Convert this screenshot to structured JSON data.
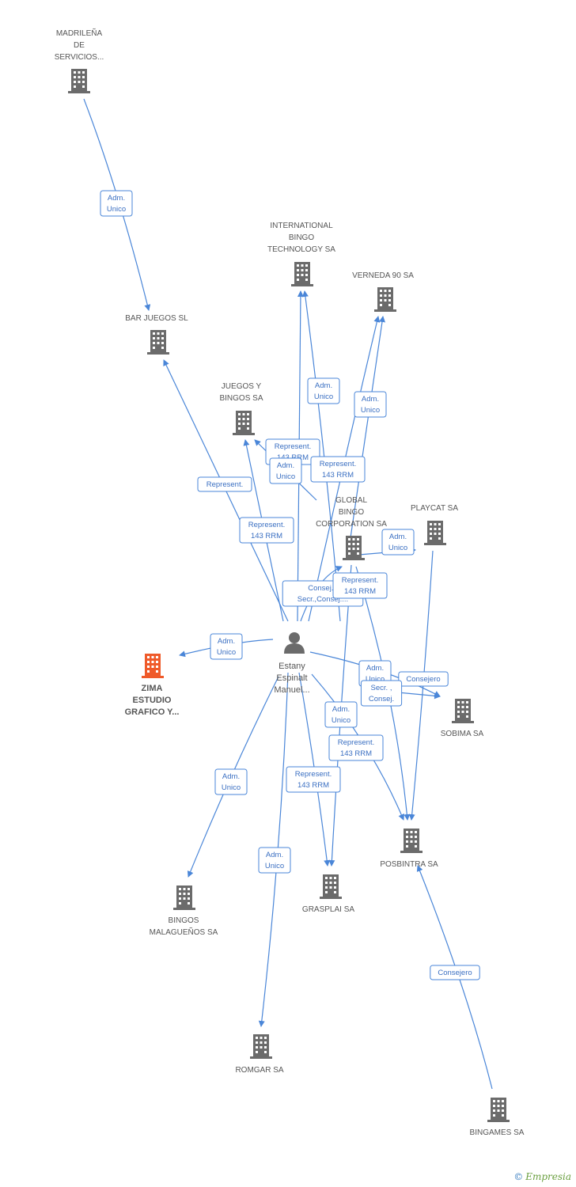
{
  "nodes": [
    {
      "id": "madrilena",
      "label": [
        "MADRILEÑA",
        "DE",
        "SERVICIOS..."
      ],
      "highlight": false
    },
    {
      "id": "bar_juegos",
      "label": [
        "BAR JUEGOS SL"
      ],
      "highlight": false
    },
    {
      "id": "intl_bingo",
      "label": [
        "INTERNATIONAL",
        "BINGO",
        "TECHNOLOGY SA"
      ],
      "highlight": false
    },
    {
      "id": "verneda",
      "label": [
        "VERNEDA 90 SA"
      ],
      "highlight": false
    },
    {
      "id": "juegos_bingos",
      "label": [
        "JUEGOS Y",
        "BINGOS SA"
      ],
      "highlight": false
    },
    {
      "id": "global_bingo",
      "label": [
        "GLOBAL",
        "BINGO",
        "CORPORATION SA"
      ],
      "highlight": false
    },
    {
      "id": "playcat",
      "label": [
        "PLAYCAT SA"
      ],
      "highlight": false
    },
    {
      "id": "zima",
      "label": [
        "ZIMA",
        "ESTUDIO",
        "GRAFICO Y..."
      ],
      "highlight": true
    },
    {
      "id": "sobima",
      "label": [
        "SOBIMA SA"
      ],
      "highlight": false
    },
    {
      "id": "posbintra",
      "label": [
        "POSBINTRA SA"
      ],
      "highlight": false
    },
    {
      "id": "bingos_malaguenos",
      "label": [
        "BINGOS",
        "MALAGUEÑOS SA"
      ],
      "highlight": false
    },
    {
      "id": "grasplai",
      "label": [
        "GRASPLAI SA"
      ],
      "highlight": false
    },
    {
      "id": "romgar",
      "label": [
        "ROMGAR SA"
      ],
      "highlight": false
    },
    {
      "id": "bingames",
      "label": [
        "BINGAMES SA"
      ],
      "highlight": false
    }
  ],
  "person": {
    "id": "estany",
    "label": [
      "Estany",
      "Espinalt",
      "Manuel..."
    ]
  },
  "edges": [
    {
      "from": "madrilena",
      "to": "bar_juegos",
      "label": [
        "Adm.",
        "Unico"
      ]
    },
    {
      "from": "estany",
      "to": "bar_juegos",
      "label": [
        "Represent."
      ]
    },
    {
      "from": "estany",
      "to": "intl_bingo",
      "label": [
        "Adm.",
        "Unico"
      ]
    },
    {
      "from": "estany",
      "to": "intl_bingo",
      "label": [
        "Represent.",
        "143 RRM"
      ]
    },
    {
      "from": "estany",
      "to": "verneda",
      "label": [
        "Adm.",
        "Unico"
      ]
    },
    {
      "from": "estany",
      "to": "verneda",
      "label": [
        "Represent.",
        "143 RRM"
      ]
    },
    {
      "from": "estany",
      "to": "juegos_bingos",
      "label": [
        "Represent.",
        "143 RRM"
      ]
    },
    {
      "from": "estany",
      "to": "juegos_bingos",
      "label": [
        "Adm.",
        "Unico"
      ]
    },
    {
      "from": "estany",
      "to": "global_bingo",
      "label": [
        "Consej. ,",
        "Secr.,Consej...."
      ]
    },
    {
      "from": "estany",
      "to": "playcat",
      "label": [
        "Adm.",
        "Unico"
      ]
    },
    {
      "from": "estany",
      "to": "zima",
      "label": [
        "Adm.",
        "Unico"
      ]
    },
    {
      "from": "estany",
      "to": "sobima",
      "label": [
        "Adm.",
        "Unico"
      ]
    },
    {
      "from": "estany",
      "to": "sobima",
      "label": [
        "Consejero"
      ]
    },
    {
      "from": "estany",
      "to": "posbintra",
      "label": [
        "Represent.",
        "143 RRM"
      ]
    },
    {
      "from": "global_bingo",
      "to": "posbintra",
      "label": [
        "Secr. ,",
        "Consej."
      ]
    },
    {
      "from": "playcat",
      "to": "posbintra",
      "label": []
    },
    {
      "from": "estany",
      "to": "grasplai",
      "label": [
        "Represent.",
        "143 RRM"
      ]
    },
    {
      "from": "global_bingo",
      "to": "grasplai",
      "label": [
        "Adm.",
        "Unico"
      ]
    },
    {
      "from": "estany",
      "to": "bingos_malaguenos",
      "label": [
        "Adm.",
        "Unico"
      ]
    },
    {
      "from": "estany",
      "to": "romgar",
      "label": [
        "Adm.",
        "Unico"
      ]
    },
    {
      "from": "bingames",
      "to": "posbintra",
      "label": [
        "Consejero"
      ]
    },
    {
      "from": "global_bingo",
      "to": "global_bingo_rep",
      "label": [
        "Represent.",
        "143 RRM"
      ]
    }
  ],
  "colors": {
    "edge": "#4a86d8",
    "node": "#6b6b6b",
    "highlight": "#ef5a2a"
  },
  "credit": {
    "symbol": "©",
    "brand": "Empresia"
  }
}
